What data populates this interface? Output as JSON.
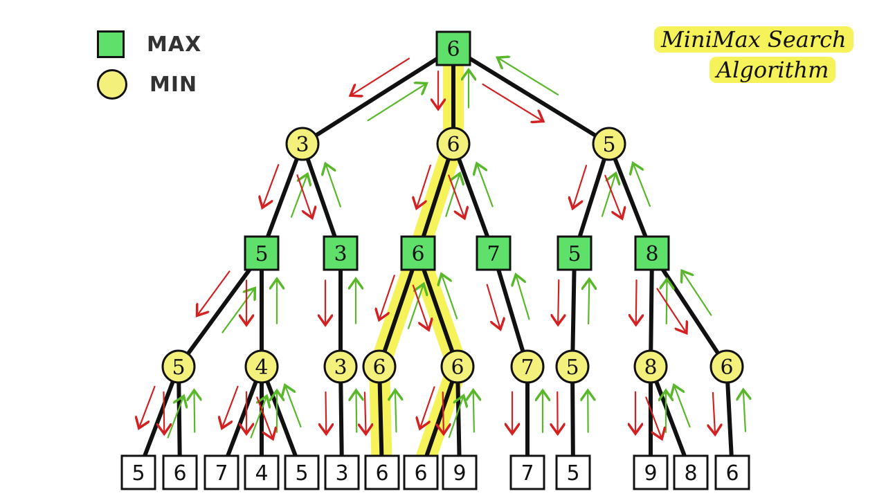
{
  "legend": {
    "max_label": "MAX",
    "min_label": "MIN"
  },
  "title": {
    "line1": "MiniMax Search",
    "line2": "Algorithm"
  },
  "colors": {
    "max_node": "#5fe06b",
    "min_node": "#f4f07c",
    "leaf_node": "#ffffff",
    "edge": "#111111",
    "best_path_highlight": "#f6f25a",
    "down_arrow": "#d42020",
    "up_arrow": "#58b82a"
  },
  "tree": {
    "root": {
      "id": "n0",
      "type": "max",
      "value": "6",
      "children": [
        {
          "id": "n1",
          "type": "min",
          "value": "3",
          "children": [
            {
              "id": "n11",
              "type": "max",
              "value": "5",
              "children": [
                {
                  "id": "n111",
                  "type": "min",
                  "value": "5",
                  "children": [
                    {
                      "id": "l1",
                      "type": "leaf",
                      "value": "5"
                    },
                    {
                      "id": "l2",
                      "type": "leaf",
                      "value": "6"
                    }
                  ]
                },
                {
                  "id": "n112",
                  "type": "min",
                  "value": "4",
                  "children": [
                    {
                      "id": "l3",
                      "type": "leaf",
                      "value": "7"
                    },
                    {
                      "id": "l4",
                      "type": "leaf",
                      "value": "4"
                    },
                    {
                      "id": "l5",
                      "type": "leaf",
                      "value": "5"
                    }
                  ]
                }
              ]
            },
            {
              "id": "n12",
              "type": "max",
              "value": "3",
              "children": [
                {
                  "id": "n121",
                  "type": "min",
                  "value": "3",
                  "children": [
                    {
                      "id": "l6",
                      "type": "leaf",
                      "value": "3"
                    }
                  ]
                }
              ]
            }
          ]
        },
        {
          "id": "n2",
          "type": "min",
          "value": "6",
          "children": [
            {
              "id": "n21",
              "type": "max",
              "value": "6",
              "children": [
                {
                  "id": "n211",
                  "type": "min",
                  "value": "6",
                  "children": [
                    {
                      "id": "l7",
                      "type": "leaf",
                      "value": "6"
                    }
                  ]
                },
                {
                  "id": "n212",
                  "type": "min",
                  "value": "6",
                  "children": [
                    {
                      "id": "l8",
                      "type": "leaf",
                      "value": "6"
                    },
                    {
                      "id": "l9",
                      "type": "leaf",
                      "value": "9"
                    }
                  ]
                }
              ]
            },
            {
              "id": "n22",
              "type": "max",
              "value": "7",
              "children": [
                {
                  "id": "n221",
                  "type": "min",
                  "value": "7",
                  "children": [
                    {
                      "id": "l10",
                      "type": "leaf",
                      "value": "7"
                    }
                  ]
                }
              ]
            }
          ]
        },
        {
          "id": "n3",
          "type": "min",
          "value": "5",
          "children": [
            {
              "id": "n31",
              "type": "max",
              "value": "5",
              "children": [
                {
                  "id": "n311",
                  "type": "min",
                  "value": "5",
                  "children": [
                    {
                      "id": "l11",
                      "type": "leaf",
                      "value": "5"
                    }
                  ]
                }
              ]
            },
            {
              "id": "n32",
              "type": "max",
              "value": "8",
              "children": [
                {
                  "id": "n321",
                  "type": "min",
                  "value": "8",
                  "children": [
                    {
                      "id": "l12",
                      "type": "leaf",
                      "value": "9"
                    },
                    {
                      "id": "l13",
                      "type": "leaf",
                      "value": "8"
                    }
                  ]
                },
                {
                  "id": "n322",
                  "type": "min",
                  "value": "6",
                  "children": [
                    {
                      "id": "l14",
                      "type": "leaf",
                      "value": "6"
                    }
                  ]
                }
              ]
            }
          ]
        }
      ]
    },
    "best_path": [
      "n0",
      "n2",
      "n21",
      "n211",
      "l7",
      "n212",
      "l8"
    ]
  }
}
